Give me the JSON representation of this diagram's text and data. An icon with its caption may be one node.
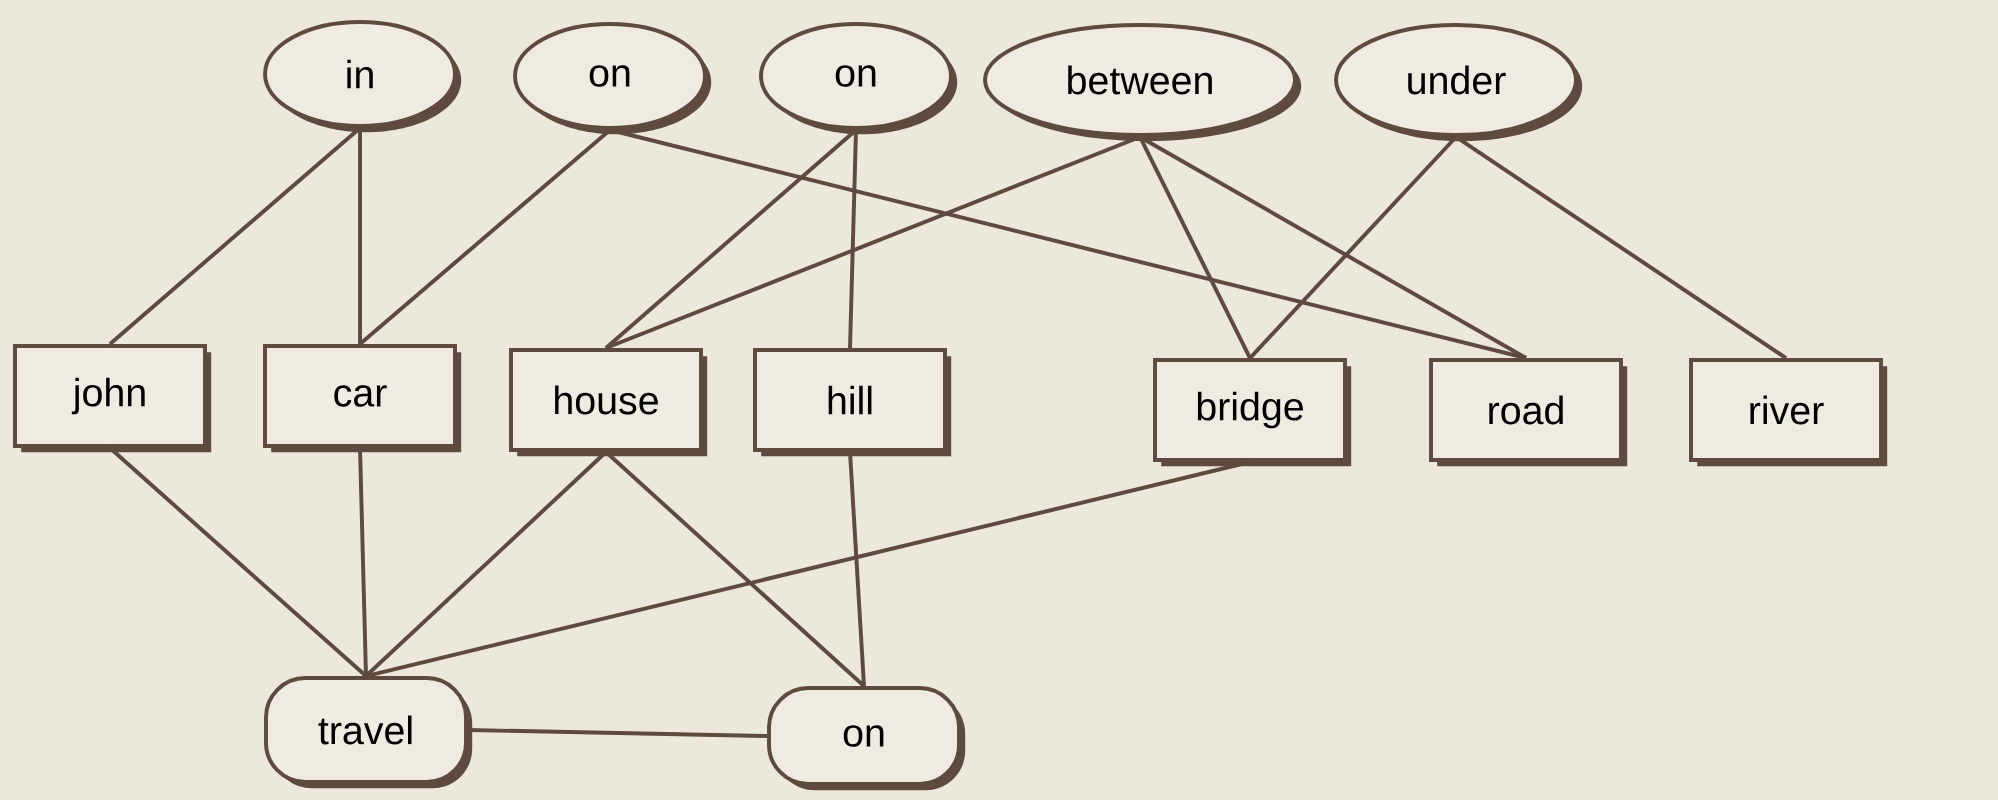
{
  "diagram": {
    "nodes": [
      {
        "text": [
          "in"
        ]
      },
      {
        "text": [
          "on"
        ]
      },
      {
        "text": [
          "on"
        ]
      },
      {
        "text": [
          "between"
        ]
      },
      {
        "text": [
          "under"
        ]
      },
      {
        "text": [
          "john"
        ]
      },
      {
        "text": [
          "car"
        ]
      },
      {
        "text": [
          "house"
        ]
      },
      {
        "text": [
          "hill"
        ]
      },
      {
        "text": [
          "bridge"
        ]
      },
      {
        "text": [
          "road"
        ]
      },
      {
        "text": [
          "river"
        ]
      },
      {
        "text": [
          "travel"
        ]
      },
      {
        "text": [
          "on"
        ]
      }
    ],
    "edges": [
      {
        "from": 0,
        "to": 5,
        "arrow": "none"
      },
      {
        "from": 0,
        "to": 6,
        "arrow": "none"
      },
      {
        "from": 1,
        "to": 6,
        "arrow": "none"
      },
      {
        "from": 1,
        "to": 10,
        "arrow": "none"
      },
      {
        "from": 2,
        "to": 7,
        "arrow": "none"
      },
      {
        "from": 2,
        "to": 8,
        "arrow": "none"
      },
      {
        "from": 3,
        "to": 7,
        "arrow": "none"
      },
      {
        "from": 3,
        "to": 9,
        "arrow": "none"
      },
      {
        "from": 3,
        "to": 10,
        "arrow": "none"
      },
      {
        "from": 4,
        "to": 9,
        "arrow": "none"
      },
      {
        "from": 4,
        "to": 11,
        "arrow": "none"
      },
      {
        "from": 5,
        "to": 12,
        "arrow": "none"
      },
      {
        "from": 6,
        "to": 12,
        "arrow": "none"
      },
      {
        "from": 7,
        "to": 12,
        "arrow": "none"
      },
      {
        "from": 7,
        "to": 13,
        "arrow": "none"
      },
      {
        "from": 8,
        "to": 13,
        "arrow": "none"
      },
      {
        "from": 9,
        "to": 12,
        "arrow": "none"
      },
      {
        "from": 12,
        "to": 13,
        "arrow": "none"
      }
    ]
  }
}
